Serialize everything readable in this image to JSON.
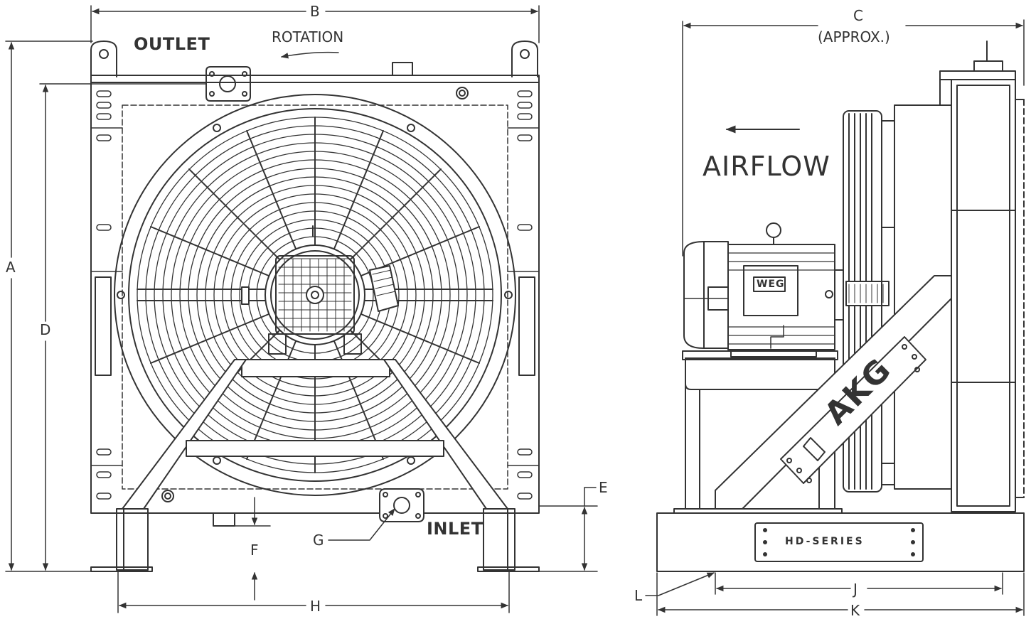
{
  "labels": {
    "outlet": "OUTLET",
    "inlet": "INLET",
    "rotation": "ROTATION",
    "airflow": "AIRFLOW",
    "approx": "(APPROX.)",
    "series_plate": "HD-SERIES",
    "brand_logo": "AKG",
    "motor_badge": "WEG"
  },
  "dimensions": {
    "a": "A",
    "b": "B",
    "c": "C",
    "d": "D",
    "e": "E",
    "f": "F",
    "g": "G",
    "h": "H",
    "j": "J",
    "k": "K",
    "l": "L"
  },
  "colors": {
    "line": "#333333",
    "background": "#ffffff"
  }
}
